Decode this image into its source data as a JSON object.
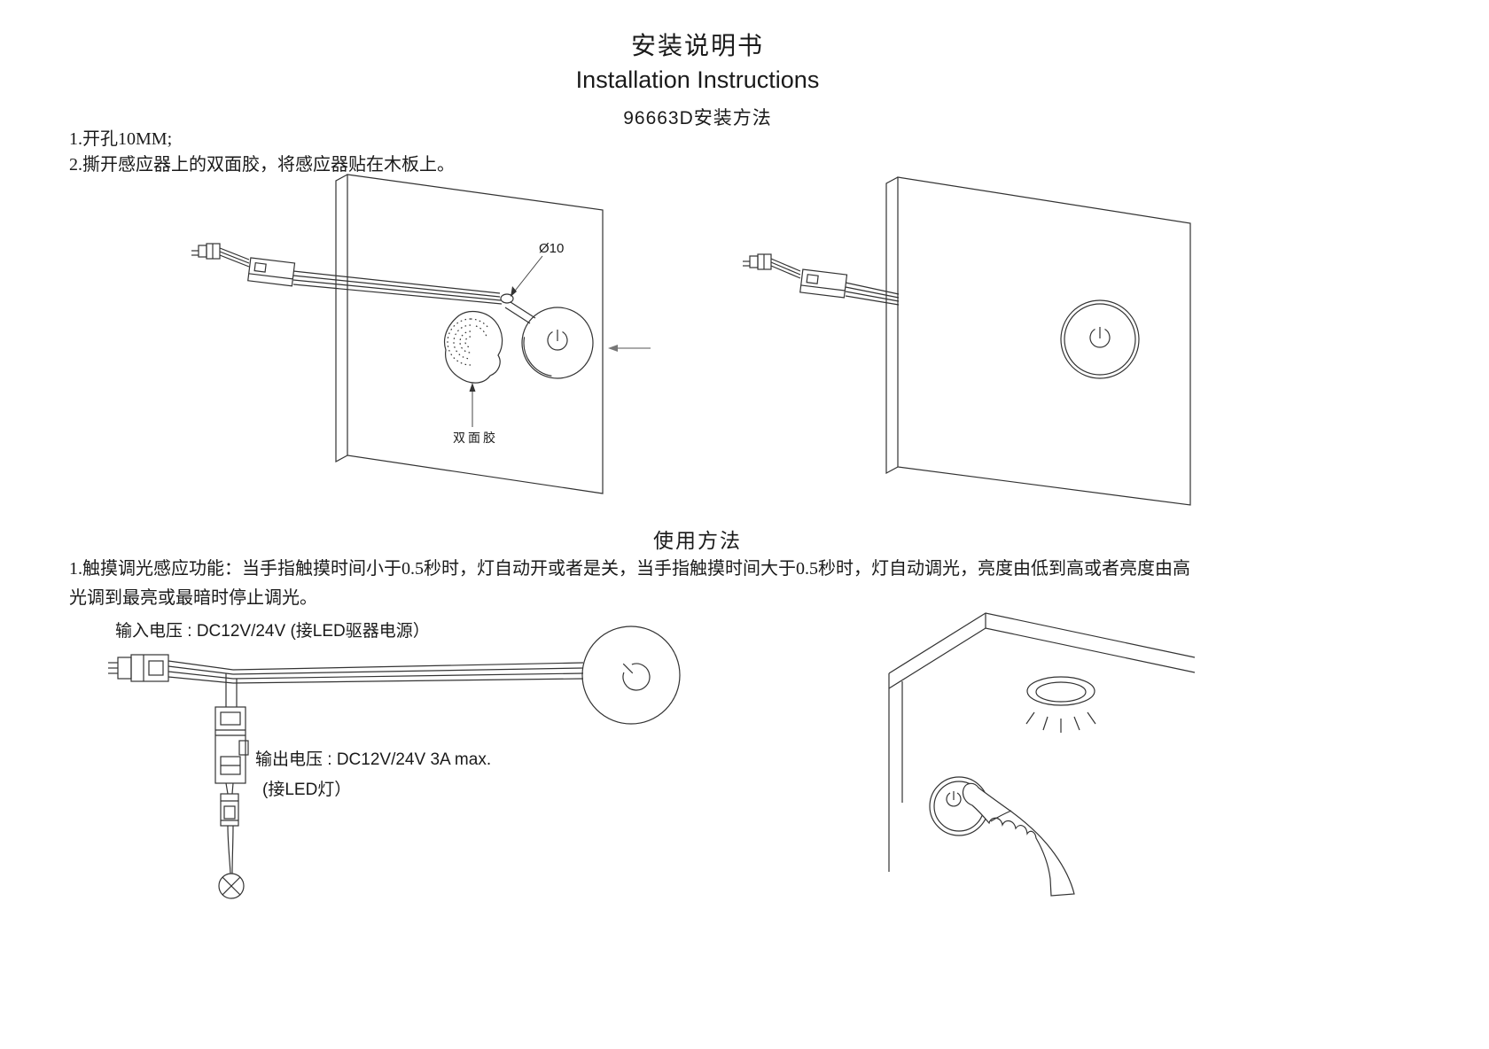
{
  "doc": {
    "title_cn": "安装说明书",
    "title_en": "Installation Instructions",
    "model_line": "96663D安装方法",
    "install_steps": [
      "1.开孔10MM;",
      "2.撕开感应器上的双面胶，将感应器贴在木板上。"
    ],
    "labels": {
      "hole_diameter": "Ø10",
      "tape": "双面胶"
    },
    "usage": {
      "heading": "使用方法",
      "para_line1": "1.触摸调光感应功能：当手指触摸时间小于0.5秒时，灯自动开或者是关，当手指触摸时间大于0.5秒时，灯自动调光，亮度由低到高或者亮度由高",
      "para_line2": "光调到最亮或最暗时停止调光。"
    },
    "wiring": {
      "input_label": "输入电压 : DC12V/24V (接LED驱器电源）",
      "output_label_1": "输出电压 : DC12V/24V  3A max.",
      "output_label_2": "(接LED灯）"
    },
    "colors": {
      "ink": "#1a1a1a",
      "line": "#333333",
      "background": "#ffffff"
    }
  }
}
